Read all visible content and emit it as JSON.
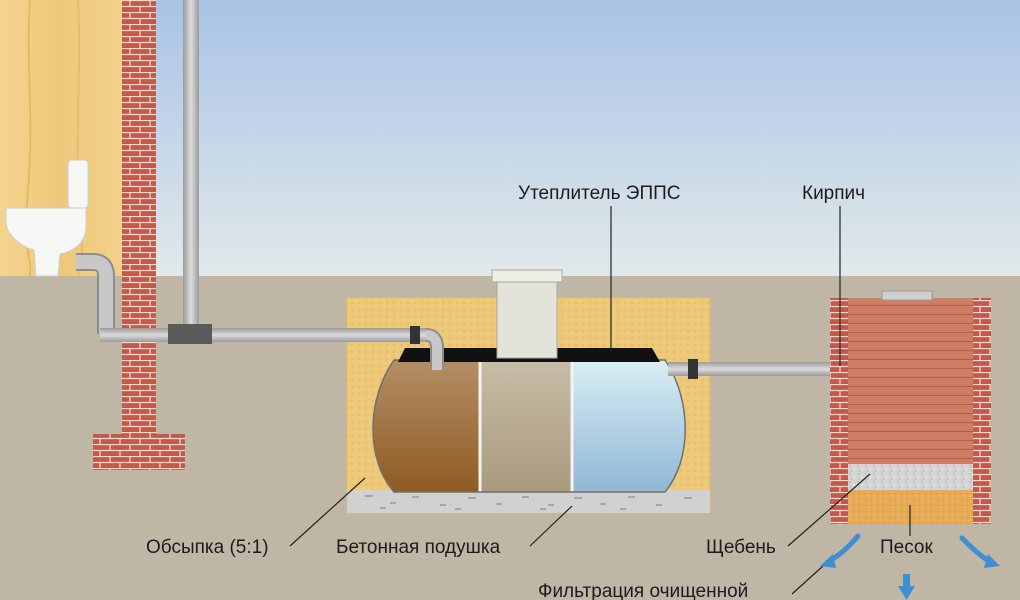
{
  "labels": {
    "insulation": "Утеплитель ЭППС",
    "brick": "Кирпич",
    "backfill": "Обсыпка (5:1)",
    "concrete_pad": "Бетонная подушка",
    "gravel": "Щебень",
    "sand": "Песок",
    "filtration": "Фильтрация очищенной"
  },
  "colors": {
    "sky_top": "#a9c3e6",
    "ground": "#bfb6a6",
    "wall_wood": "#f0cd84",
    "brick": "#c25a4a",
    "backfill": "#edc878",
    "pipe": "#b4b4b4",
    "chamber_1": "#9c6b35",
    "chamber_2": "#b3a68c",
    "chamber_3": "#a7cedd",
    "gravel": "#d6d6d6",
    "sand": "#e7aa55",
    "arrow": "#3f8fd2"
  }
}
